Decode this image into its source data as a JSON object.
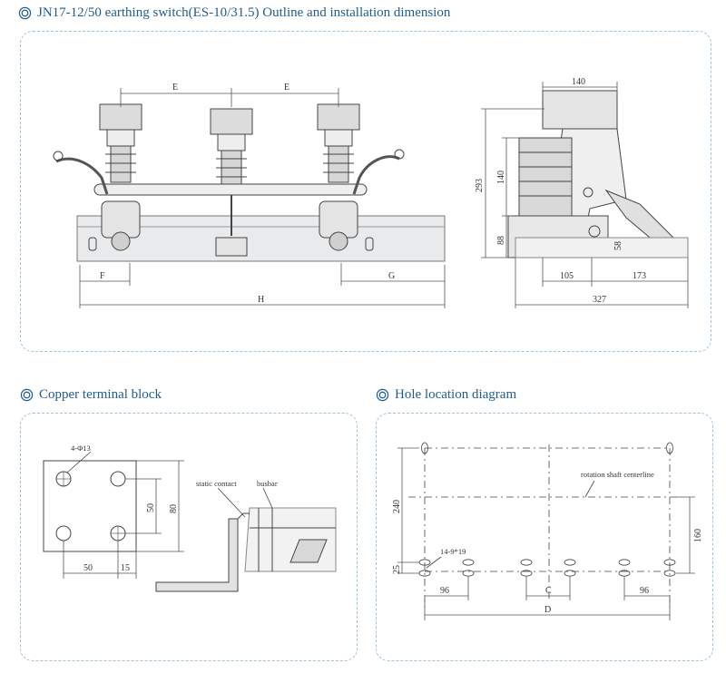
{
  "headings": {
    "main": "JN17-12/50 earthing switch(ES-10/31.5) Outline and installation dimension",
    "terminal": "Copper terminal block",
    "holes": "Hole location diagram"
  },
  "outline": {
    "dim_e1": "E",
    "dim_e2": "E",
    "dim_f": "F",
    "dim_g": "G",
    "dim_h": "H",
    "dim_140_top": "140",
    "dim_293": "293",
    "dim_140_side": "140",
    "dim_88": "88",
    "dim_58": "58",
    "dim_105": "105",
    "dim_173": "173",
    "dim_327": "327"
  },
  "terminal": {
    "holes_label": "4-Φ13",
    "dim_50": "50",
    "dim_15": "15",
    "dim_50v": "50",
    "dim_80": "80",
    "static_contact": "static contact",
    "busbar": "busbar"
  },
  "holes": {
    "centerline": "rotation shaft centerline",
    "holes_label": "14-9*19",
    "dim_240": "240",
    "dim_25": "25",
    "dim_160": "160",
    "dim_96_left": "96",
    "dim_c": "C",
    "dim_96_right": "96",
    "dim_d": "D"
  },
  "colors": {
    "heading": "#1f5c8f",
    "panel_border": "#9fc3dd",
    "line": "#444444"
  },
  "icons": {
    "bullet": "double-circle-icon"
  }
}
